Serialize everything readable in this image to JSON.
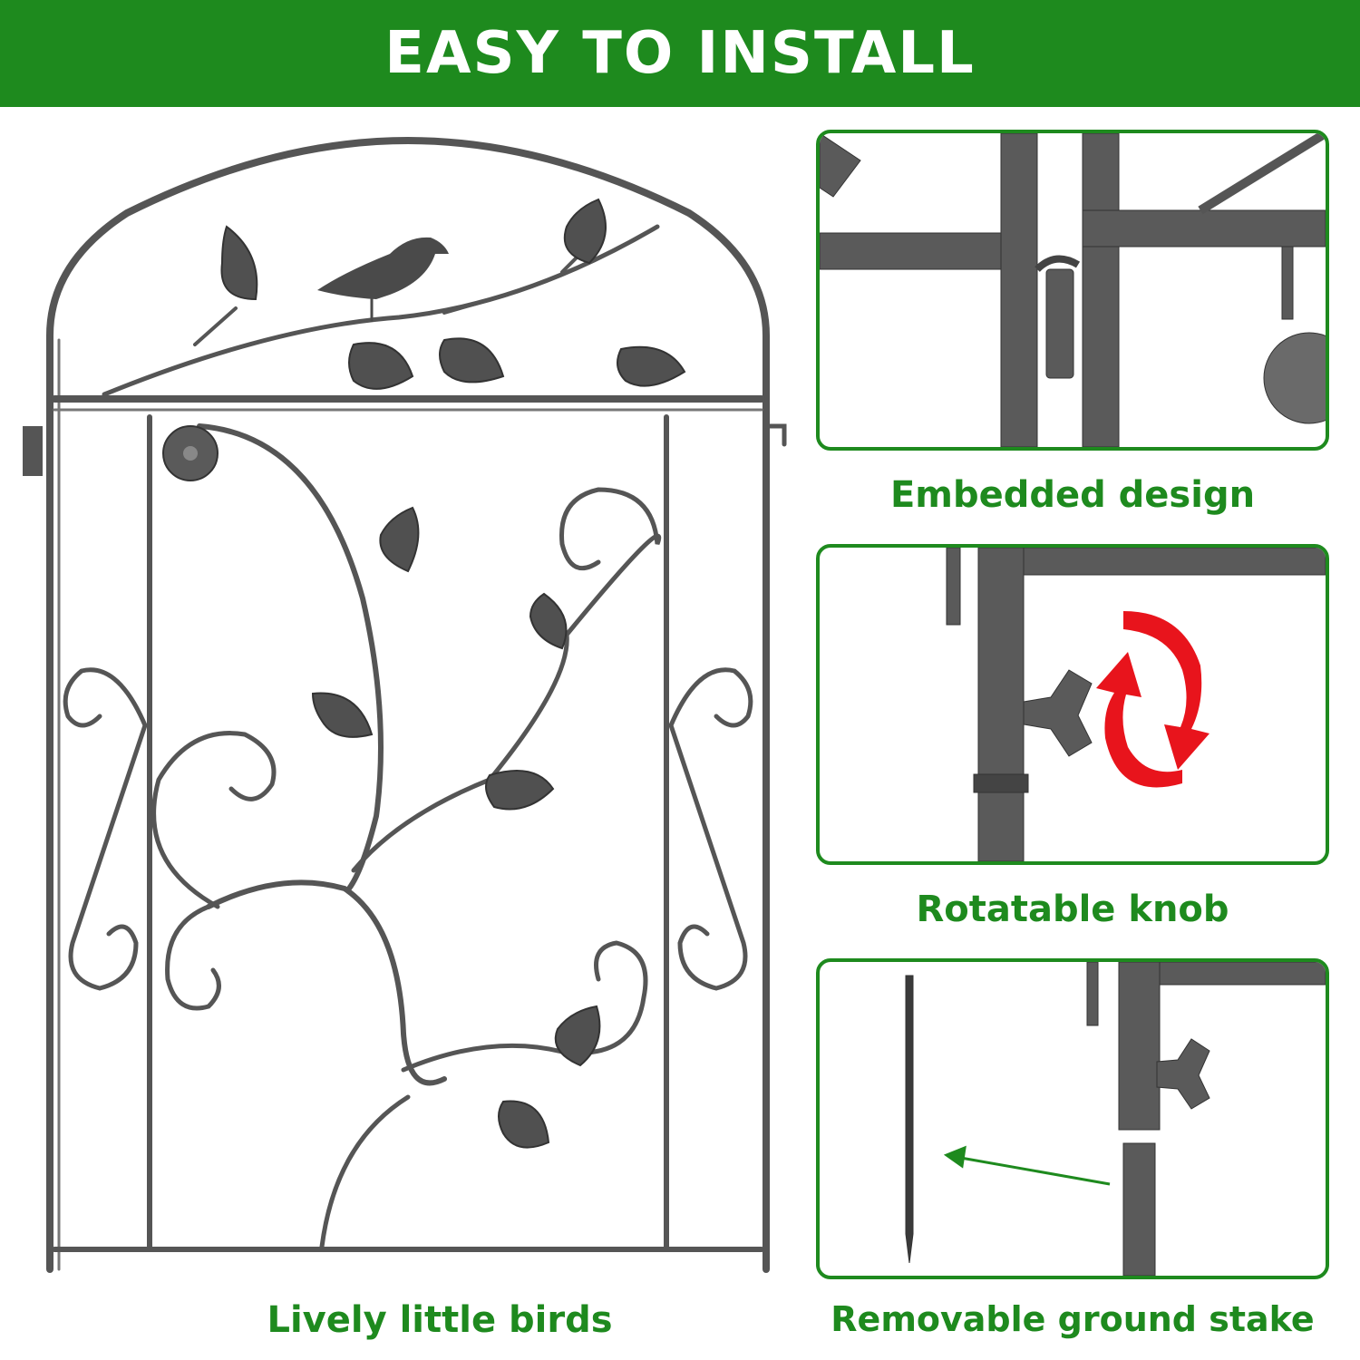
{
  "banner": {
    "title": "EASY TO INSTALL"
  },
  "main_caption": "Lively little birds",
  "panels": [
    {
      "caption": "Embedded design"
    },
    {
      "caption": "Rotatable knob"
    },
    {
      "caption": "Removable ground stake"
    }
  ],
  "colors": {
    "brand_green": "#1e8a1e",
    "metal": "#4a4a4a",
    "arrow_red": "#e8141c"
  }
}
